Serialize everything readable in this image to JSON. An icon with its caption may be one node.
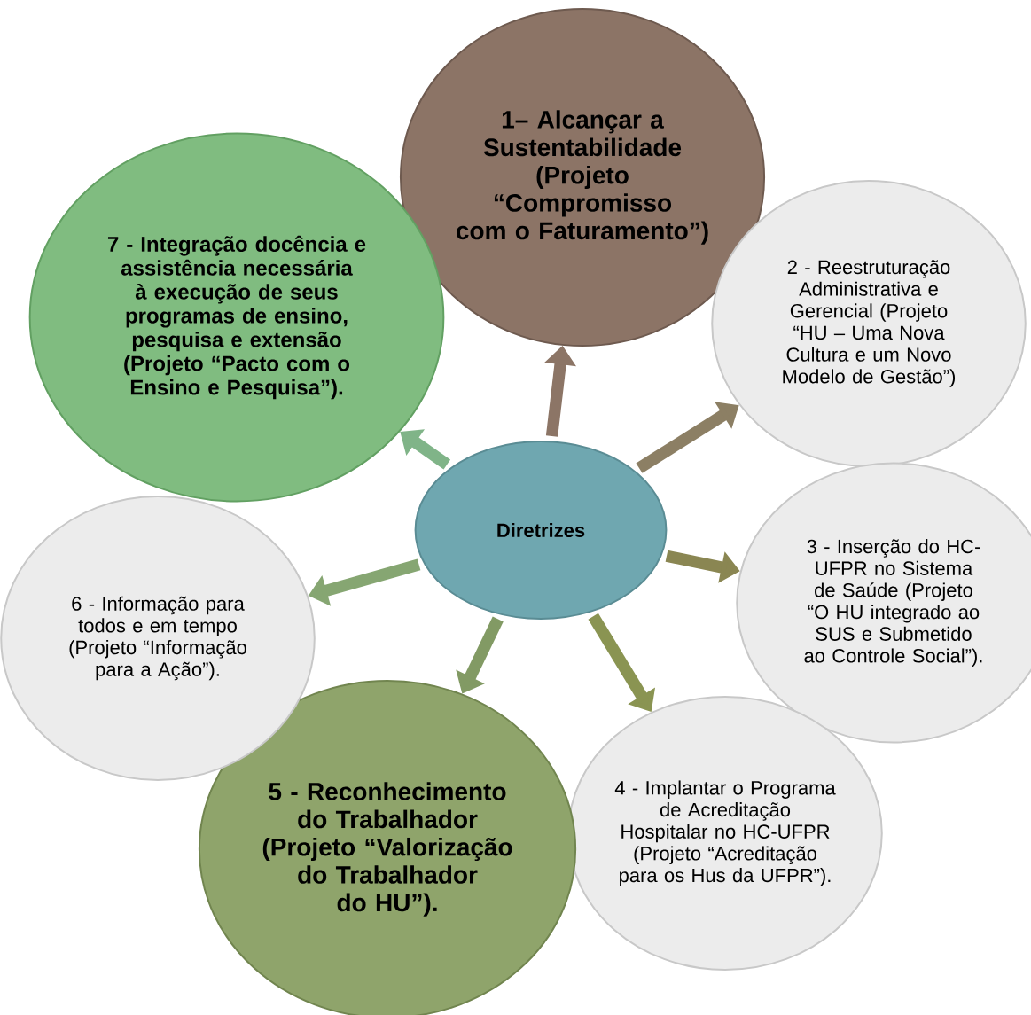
{
  "diagram": {
    "nodes": [
      {
        "text": [
          "Diretrizes"
        ]
      },
      {
        "text": [
          "1– Alcançar a Sustentabilidade (Projeto “Compromisso com o Faturamento”)"
        ]
      },
      {
        "text": [
          "2 - Reestruturação Administrativa e Gerencial (Projeto “HU – Uma Nova Cultura e um Novo Modelo de Gestão”)"
        ]
      },
      {
        "text": [
          "3 - Inserção do HC-UFPR no Sistema de Saúde (Projeto “O HU integrado ao SUS e Submetido ao Controle Social”)."
        ]
      },
      {
        "text": [
          "4 - Implantar o Programa de Acreditação Hospitalar no HC-UFPR (Projeto “Acreditação para os Hus da UFPR”)."
        ]
      },
      {
        "text": [
          "5 - Reconhecimento do Trabalhador (Projeto “Valorização do Trabalhador do HU”)."
        ]
      },
      {
        "text": [
          "6 - Informação para todos e em tempo (Projeto “Informação para a Ação”)."
        ]
      },
      {
        "text": [
          "7 - Integração docência e assistência necessária à execução de seus programas de ensino, pesquisa e extensão (Projeto “Pacto com o Ensino e Pesquisa”)."
        ]
      }
    ],
    "edges": [
      {
        "from": 0,
        "to": 1,
        "arrow": "to",
        "color": "#8c7566"
      },
      {
        "from": 0,
        "to": 2,
        "arrow": "to",
        "color": "#8c7f64"
      },
      {
        "from": 0,
        "to": 3,
        "arrow": "to",
        "color": "#8a8652"
      },
      {
        "from": 0,
        "to": 4,
        "arrow": "to",
        "color": "#8a9452"
      },
      {
        "from": 0,
        "to": 5,
        "arrow": "to",
        "color": "#829a64"
      },
      {
        "from": 0,
        "to": 6,
        "arrow": "to",
        "color": "#86a672"
      },
      {
        "from": 0,
        "to": 7,
        "arrow": "to",
        "color": "#80b488"
      }
    ]
  }
}
